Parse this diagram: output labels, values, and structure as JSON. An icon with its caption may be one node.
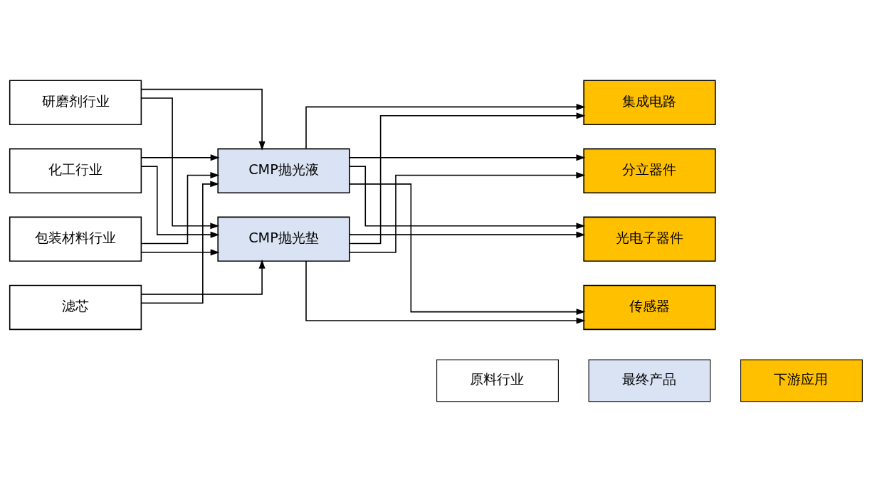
{
  "diagram": {
    "nodes": [
      {
        "text": [
          "研磨剂行业"
        ]
      },
      {
        "text": [
          "化工行业"
        ]
      },
      {
        "text": [
          "包装材料行业"
        ]
      },
      {
        "text": [
          "滤芯"
        ]
      },
      {
        "text": [
          "CMP抛光液"
        ]
      },
      {
        "text": [
          "CMP抛光垫"
        ]
      },
      {
        "text": [
          "集成电路"
        ]
      },
      {
        "text": [
          "分立器件"
        ]
      },
      {
        "text": [
          "光电子器件"
        ]
      },
      {
        "text": [
          "传感器"
        ]
      }
    ],
    "edges": [
      {
        "from": 0,
        "to": 4,
        "arrow": "to"
      },
      {
        "from": 0,
        "to": 5,
        "arrow": "to"
      },
      {
        "from": 1,
        "to": 4,
        "arrow": "to"
      },
      {
        "from": 1,
        "to": 5,
        "arrow": "to"
      },
      {
        "from": 2,
        "to": 4,
        "arrow": "to"
      },
      {
        "from": 2,
        "to": 5,
        "arrow": "to"
      },
      {
        "from": 3,
        "to": 4,
        "arrow": "to"
      },
      {
        "from": 3,
        "to": 5,
        "arrow": "to"
      },
      {
        "from": 4,
        "to": 6,
        "arrow": "to"
      },
      {
        "from": 4,
        "to": 7,
        "arrow": "to"
      },
      {
        "from": 4,
        "to": 8,
        "arrow": "to"
      },
      {
        "from": 4,
        "to": 9,
        "arrow": "to"
      },
      {
        "from": 5,
        "to": 6,
        "arrow": "to"
      },
      {
        "from": 5,
        "to": 7,
        "arrow": "to"
      },
      {
        "from": 5,
        "to": 8,
        "arrow": "to"
      },
      {
        "from": 5,
        "to": 9,
        "arrow": "to"
      }
    ],
    "legend": [
      {
        "text": "原料行业",
        "color": "#ffffff"
      },
      {
        "text": "最终产品",
        "color": "#dae3f3"
      },
      {
        "text": "下游应用",
        "color": "#ffc000"
      }
    ]
  }
}
